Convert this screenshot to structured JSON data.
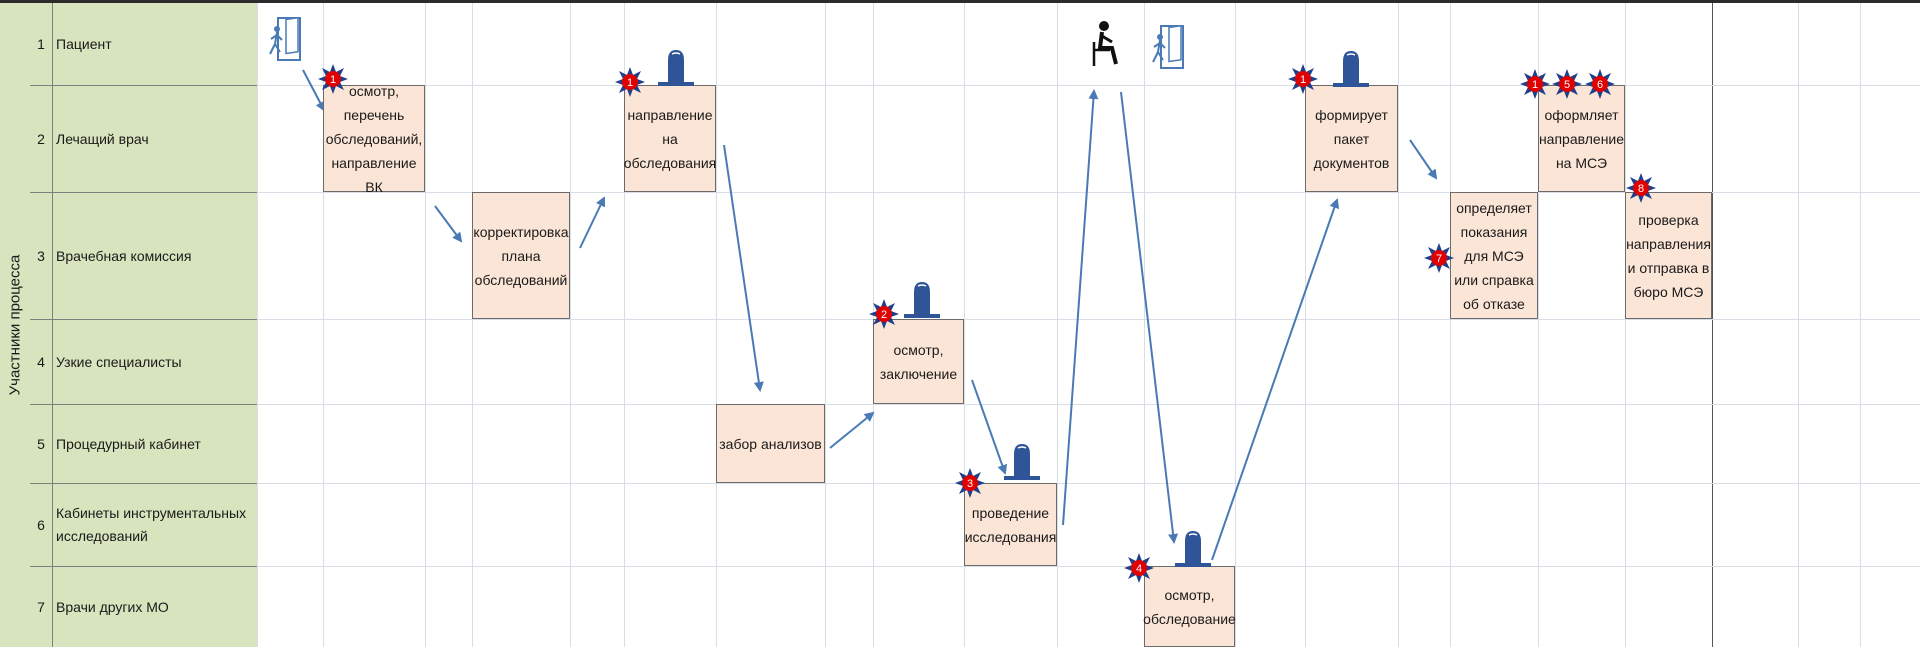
{
  "side_title": "Участники процесса",
  "rows": [
    {
      "num": "1",
      "label": "Пациент"
    },
    {
      "num": "2",
      "label": "Лечащий врач"
    },
    {
      "num": "3",
      "label": "Врачебная комиссия"
    },
    {
      "num": "4",
      "label": "Узкие специалисты"
    },
    {
      "num": "5",
      "label": "Процедурный кабинет"
    },
    {
      "num": "6",
      "label": "Кабинеты инструментальных исследований"
    },
    {
      "num": "7",
      "label": "Врачи других МО"
    }
  ],
  "steps": {
    "s1": "осмотр, перечень обследований, направление ВК",
    "s2": "корректировка плана обследований",
    "s3": "направление на обследования",
    "s4": "забор анализов",
    "s5": "осмотр, заключение",
    "s6": "проведение исследования",
    "s7": "осмотр, обследование",
    "s8": "формирует пакет документов",
    "s9": "определяет показания для МСЭ или справка об отказе",
    "s10": "оформляет направление на МСЭ",
    "s11": "проверка направления и отправка в бюро МСЭ"
  },
  "badges": {
    "b1": "1",
    "b2": "1",
    "b3": "2",
    "b4": "3",
    "b5": "4",
    "b6": "1",
    "b7": "1",
    "b8": "5",
    "b9": "6",
    "b10": "7",
    "b11": "8"
  },
  "colors": {
    "lane_fill": "#d7e4bd",
    "box_fill": "#fbe5d6",
    "arrow": "#4a7ab5",
    "badge_red": "#e00000",
    "badge_star": "#1f3f8a",
    "bell": "#2f5497"
  }
}
